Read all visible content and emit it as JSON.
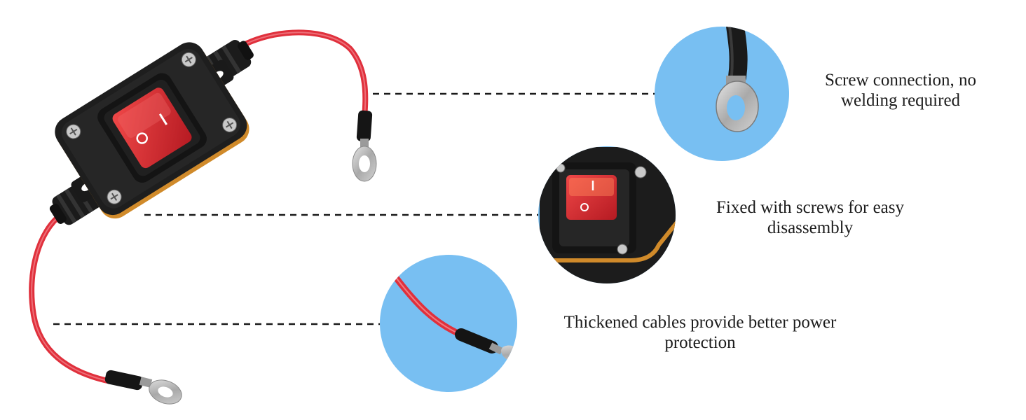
{
  "features": [
    {
      "id": "screw-connection",
      "lines": [
        "Screw connection, no",
        "welding required"
      ],
      "zoom": "ring-terminal-closeup",
      "circle_color": "#78bff2"
    },
    {
      "id": "fixed-screws",
      "lines": [
        "Fixed with screws for easy",
        "disassembly"
      ],
      "zoom": "rocker-switch-closeup",
      "circle_color": "#78bff2"
    },
    {
      "id": "thick-cables",
      "lines": [
        "Thickened cables provide better power",
        "protection"
      ],
      "zoom": "red-cable-closeup",
      "circle_color": "#78bff2"
    }
  ],
  "product": {
    "icons": [
      "waterproof-switch-box-icon",
      "red-cable-icon",
      "ring-terminal-icon",
      "rocker-switch-icon"
    ],
    "switch_symbols": [
      "I",
      "O"
    ],
    "colors": {
      "housing": "#1e1e1e",
      "cable": "#e0303c",
      "rocker": "#d8262b",
      "seal": "#d08a2a",
      "terminal": "#b8b8b8"
    }
  }
}
